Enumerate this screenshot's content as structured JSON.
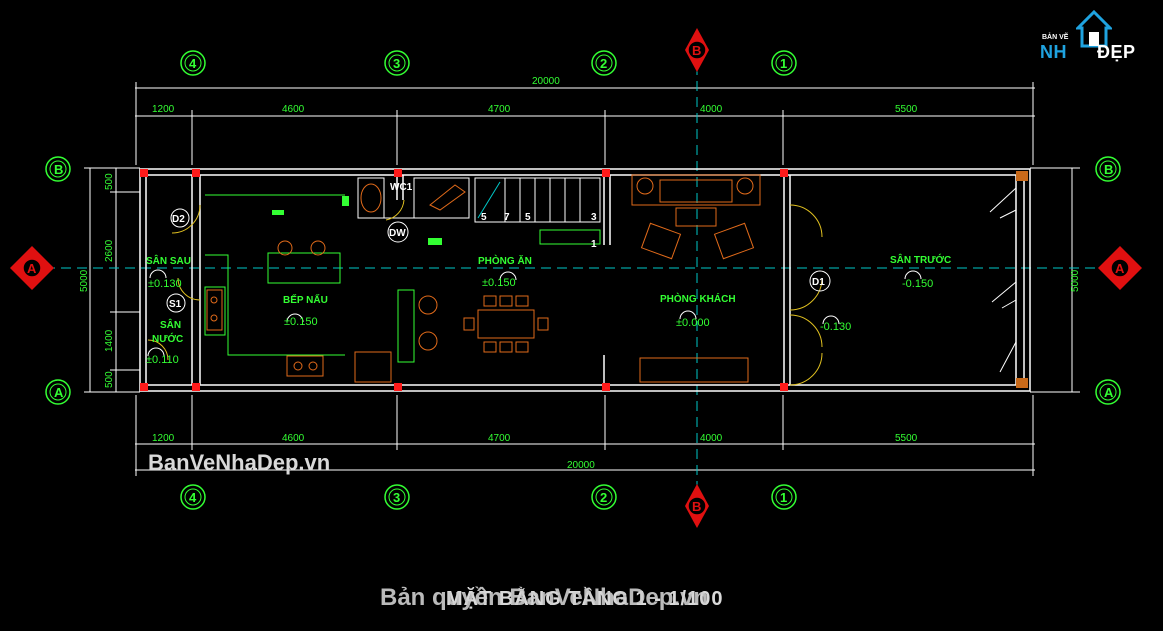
{
  "logo": {
    "top_text": "BẢN VẼ",
    "main_text_a": "NH",
    "main_text_b": "ĐẸP"
  },
  "watermarks": {
    "upper": "BanVeNhaDep.vn",
    "lower": "Bản quyền BanVeNhaDep.vn"
  },
  "title": "MẶT BẰNG TẦNG 1 - 1/100",
  "grid_labels": {
    "axis_4": "4",
    "axis_3": "3",
    "axis_2": "2",
    "axis_1": "1",
    "axis_B": "B",
    "axis_A": "A"
  },
  "dimensions": {
    "total": "20000",
    "segments": [
      "1200",
      "4600",
      "4700",
      "4000",
      "5500"
    ],
    "left_side": [
      "500",
      "2600",
      "1400",
      "500"
    ],
    "left_total": "5000",
    "right_total": "5000"
  },
  "rooms": {
    "san_sau": "SÂN SAU",
    "bep_nau": "BẾP NẤU",
    "phong_an": "PHÒNG ĂN",
    "phong_khach": "PHÒNG KHÁCH",
    "san_truoc": "SÂN TRƯỚC",
    "san_nuoc": "SÂN",
    "san_nuoc2": "NƯỚC",
    "wc": "WC1"
  },
  "levels": {
    "san_sau": "±0.130",
    "san_nuoc": "±0.110",
    "bep_nau": "±0.150",
    "phong_an": "±0.150",
    "phong_khach": "±0.000",
    "hien": "-0.130",
    "san_truoc": "-0.150"
  },
  "tags": {
    "d1": "D1",
    "d2": "D2",
    "s1": "S1",
    "dw": "DW"
  },
  "stairs": {
    "s1": "5",
    "s2": "7",
    "s3": "5",
    "s4": "3",
    "s5": "1"
  },
  "colors": {
    "background": "#000000",
    "dim_green": "#33ff33",
    "wall_white": "#ffffff",
    "column_red": "#ff1a1a",
    "furniture_orange": "#e06a1a",
    "grid_cyan": "#00c8c8",
    "axis_red": "#e01010"
  }
}
